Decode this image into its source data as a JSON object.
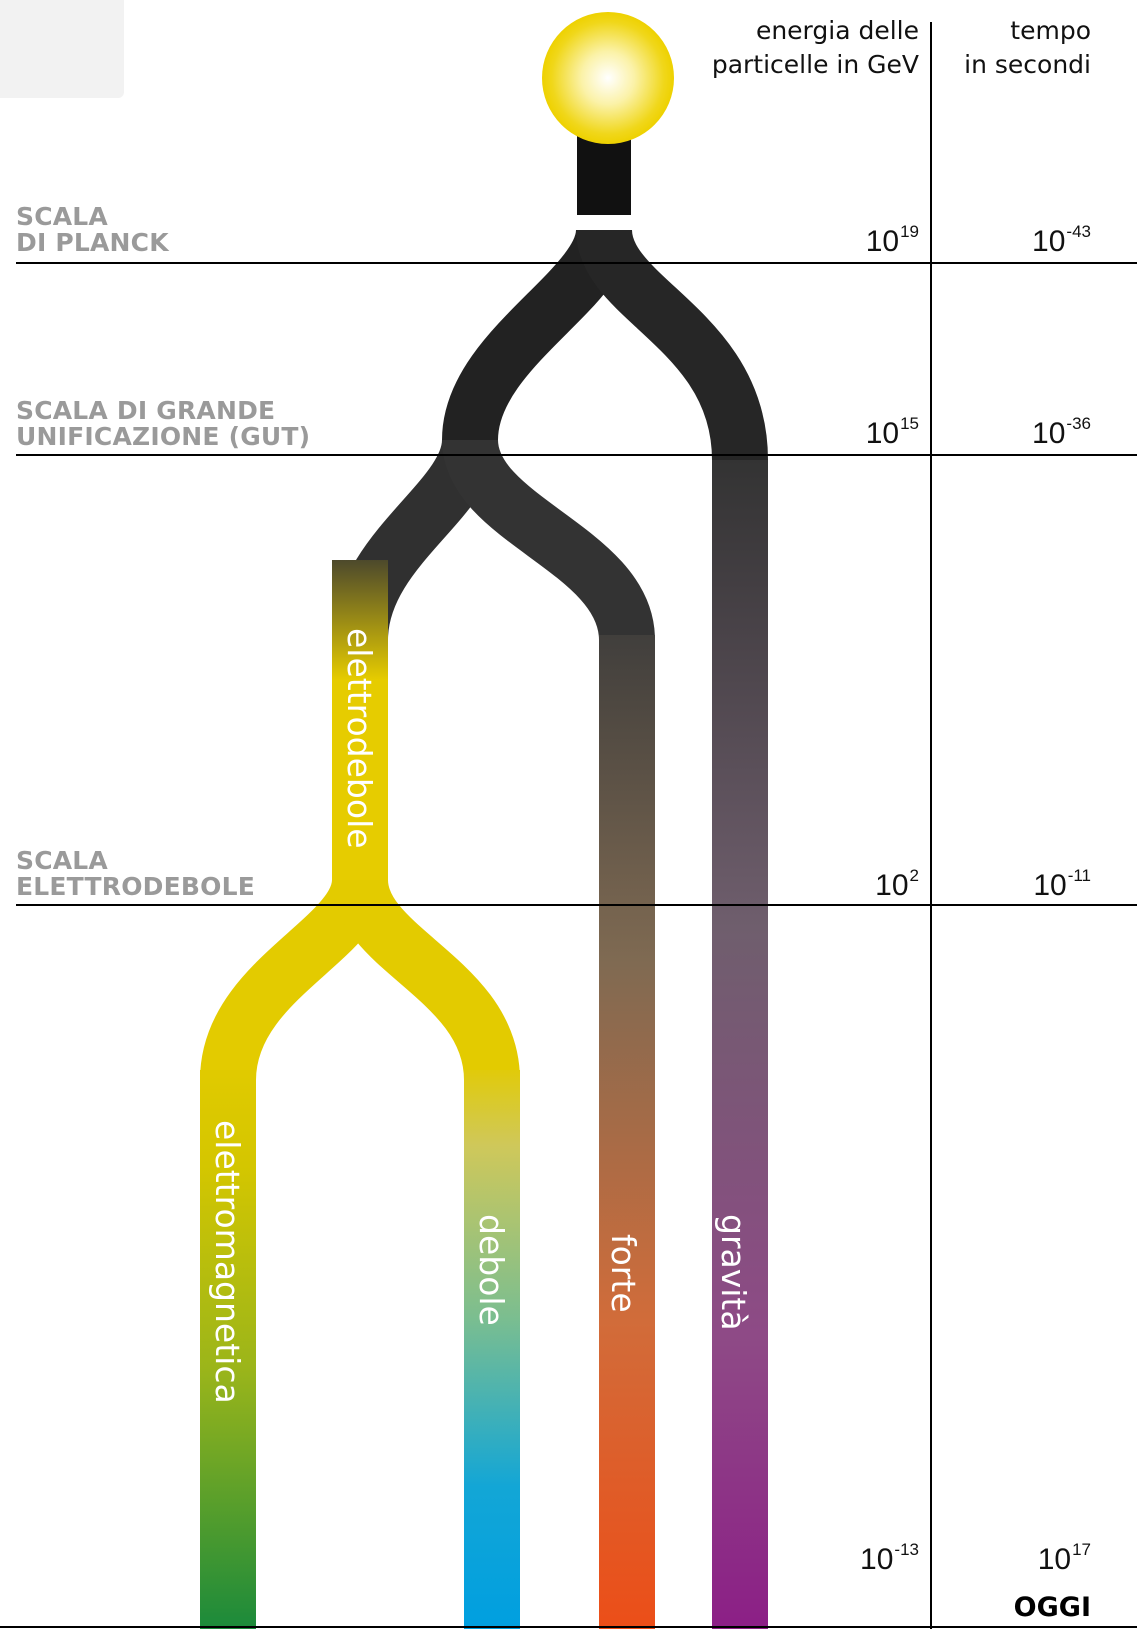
{
  "header": {
    "energy_title_line1": "energia delle",
    "energy_title_line2": "particelle in GeV",
    "time_title_line1": "tempo",
    "time_title_line2": "in secondi"
  },
  "scales": [
    {
      "line1": "SCALA",
      "line2": "DI PLANCK",
      "energy_base": "10",
      "energy_exp": "19",
      "time_base": "10",
      "time_exp": "-43"
    },
    {
      "line1": "SCALA DI GRANDE",
      "line2": "UNIFICAZIONE (GUT)",
      "energy_base": "10",
      "energy_exp": "15",
      "time_base": "10",
      "time_exp": "-36"
    },
    {
      "line1": "SCALA",
      "line2": "ELETTRODEBOLE",
      "energy_base": "10",
      "energy_exp": "2",
      "time_base": "10",
      "time_exp": "-11"
    }
  ],
  "today": {
    "energy_base": "10",
    "energy_exp": "-13",
    "time_base": "10",
    "time_exp": "17",
    "label": "OGGI"
  },
  "forces": {
    "electroweak": "elettrodebole",
    "electromagnetic": "elettromagnetica",
    "weak": "debole",
    "strong": "forte",
    "gravity": "gravità"
  },
  "colors": {
    "dark": "#1a1a1a",
    "electroweak_yellow": "#e6cc00",
    "electromagnetic_end": "#1f8a3a",
    "weak_end": "#0aa3df",
    "strong_end": "#e8521c",
    "gravity_end": "#8a2a86",
    "big_bang": "#f1d600",
    "scale_label": "#9a9a9a"
  }
}
